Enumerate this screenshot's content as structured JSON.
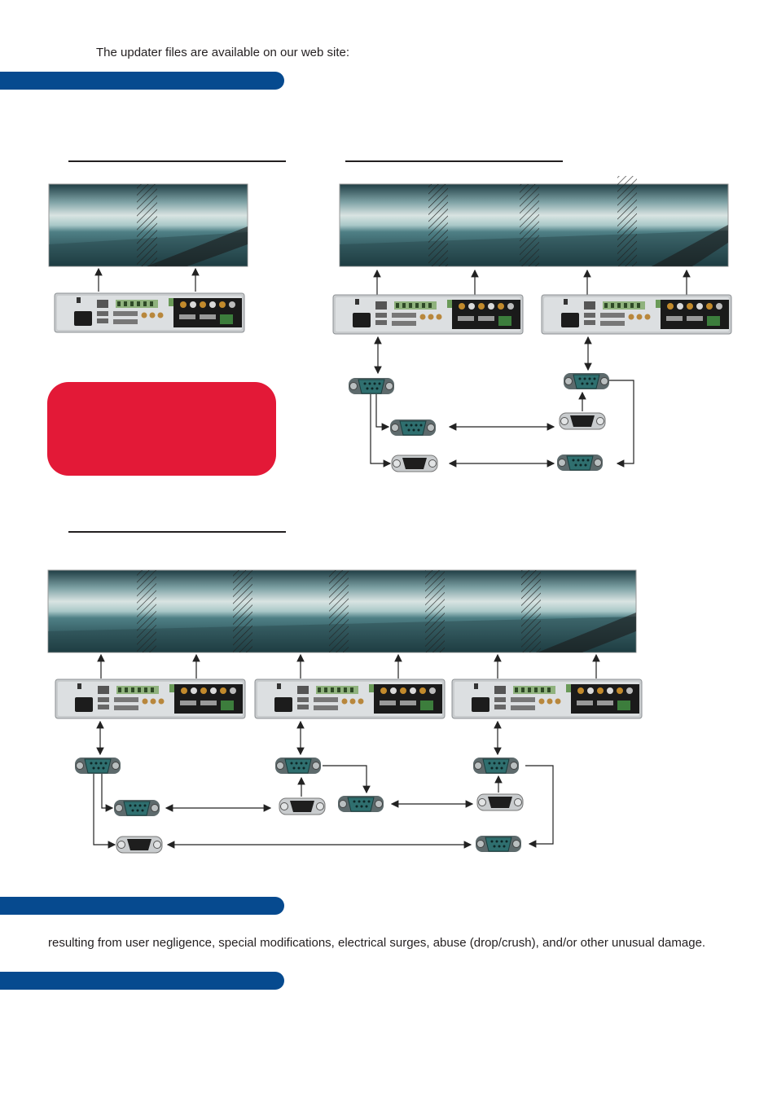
{
  "intro": {
    "text": "The updater files are available on our web site:"
  },
  "warranty": {
    "text": "resulting from user negligence, special modifications, electrical surges, abuse (drop/crush), and/or other unusual damage."
  },
  "colors": {
    "section_bar": "#064a8f",
    "notice_box": "#e31937",
    "connector": "#2f6f6f"
  },
  "icons": [
    "video-processor-rear-panel",
    "db9-serial-connector",
    "blend-zone-hatch",
    "arrow-line"
  ]
}
